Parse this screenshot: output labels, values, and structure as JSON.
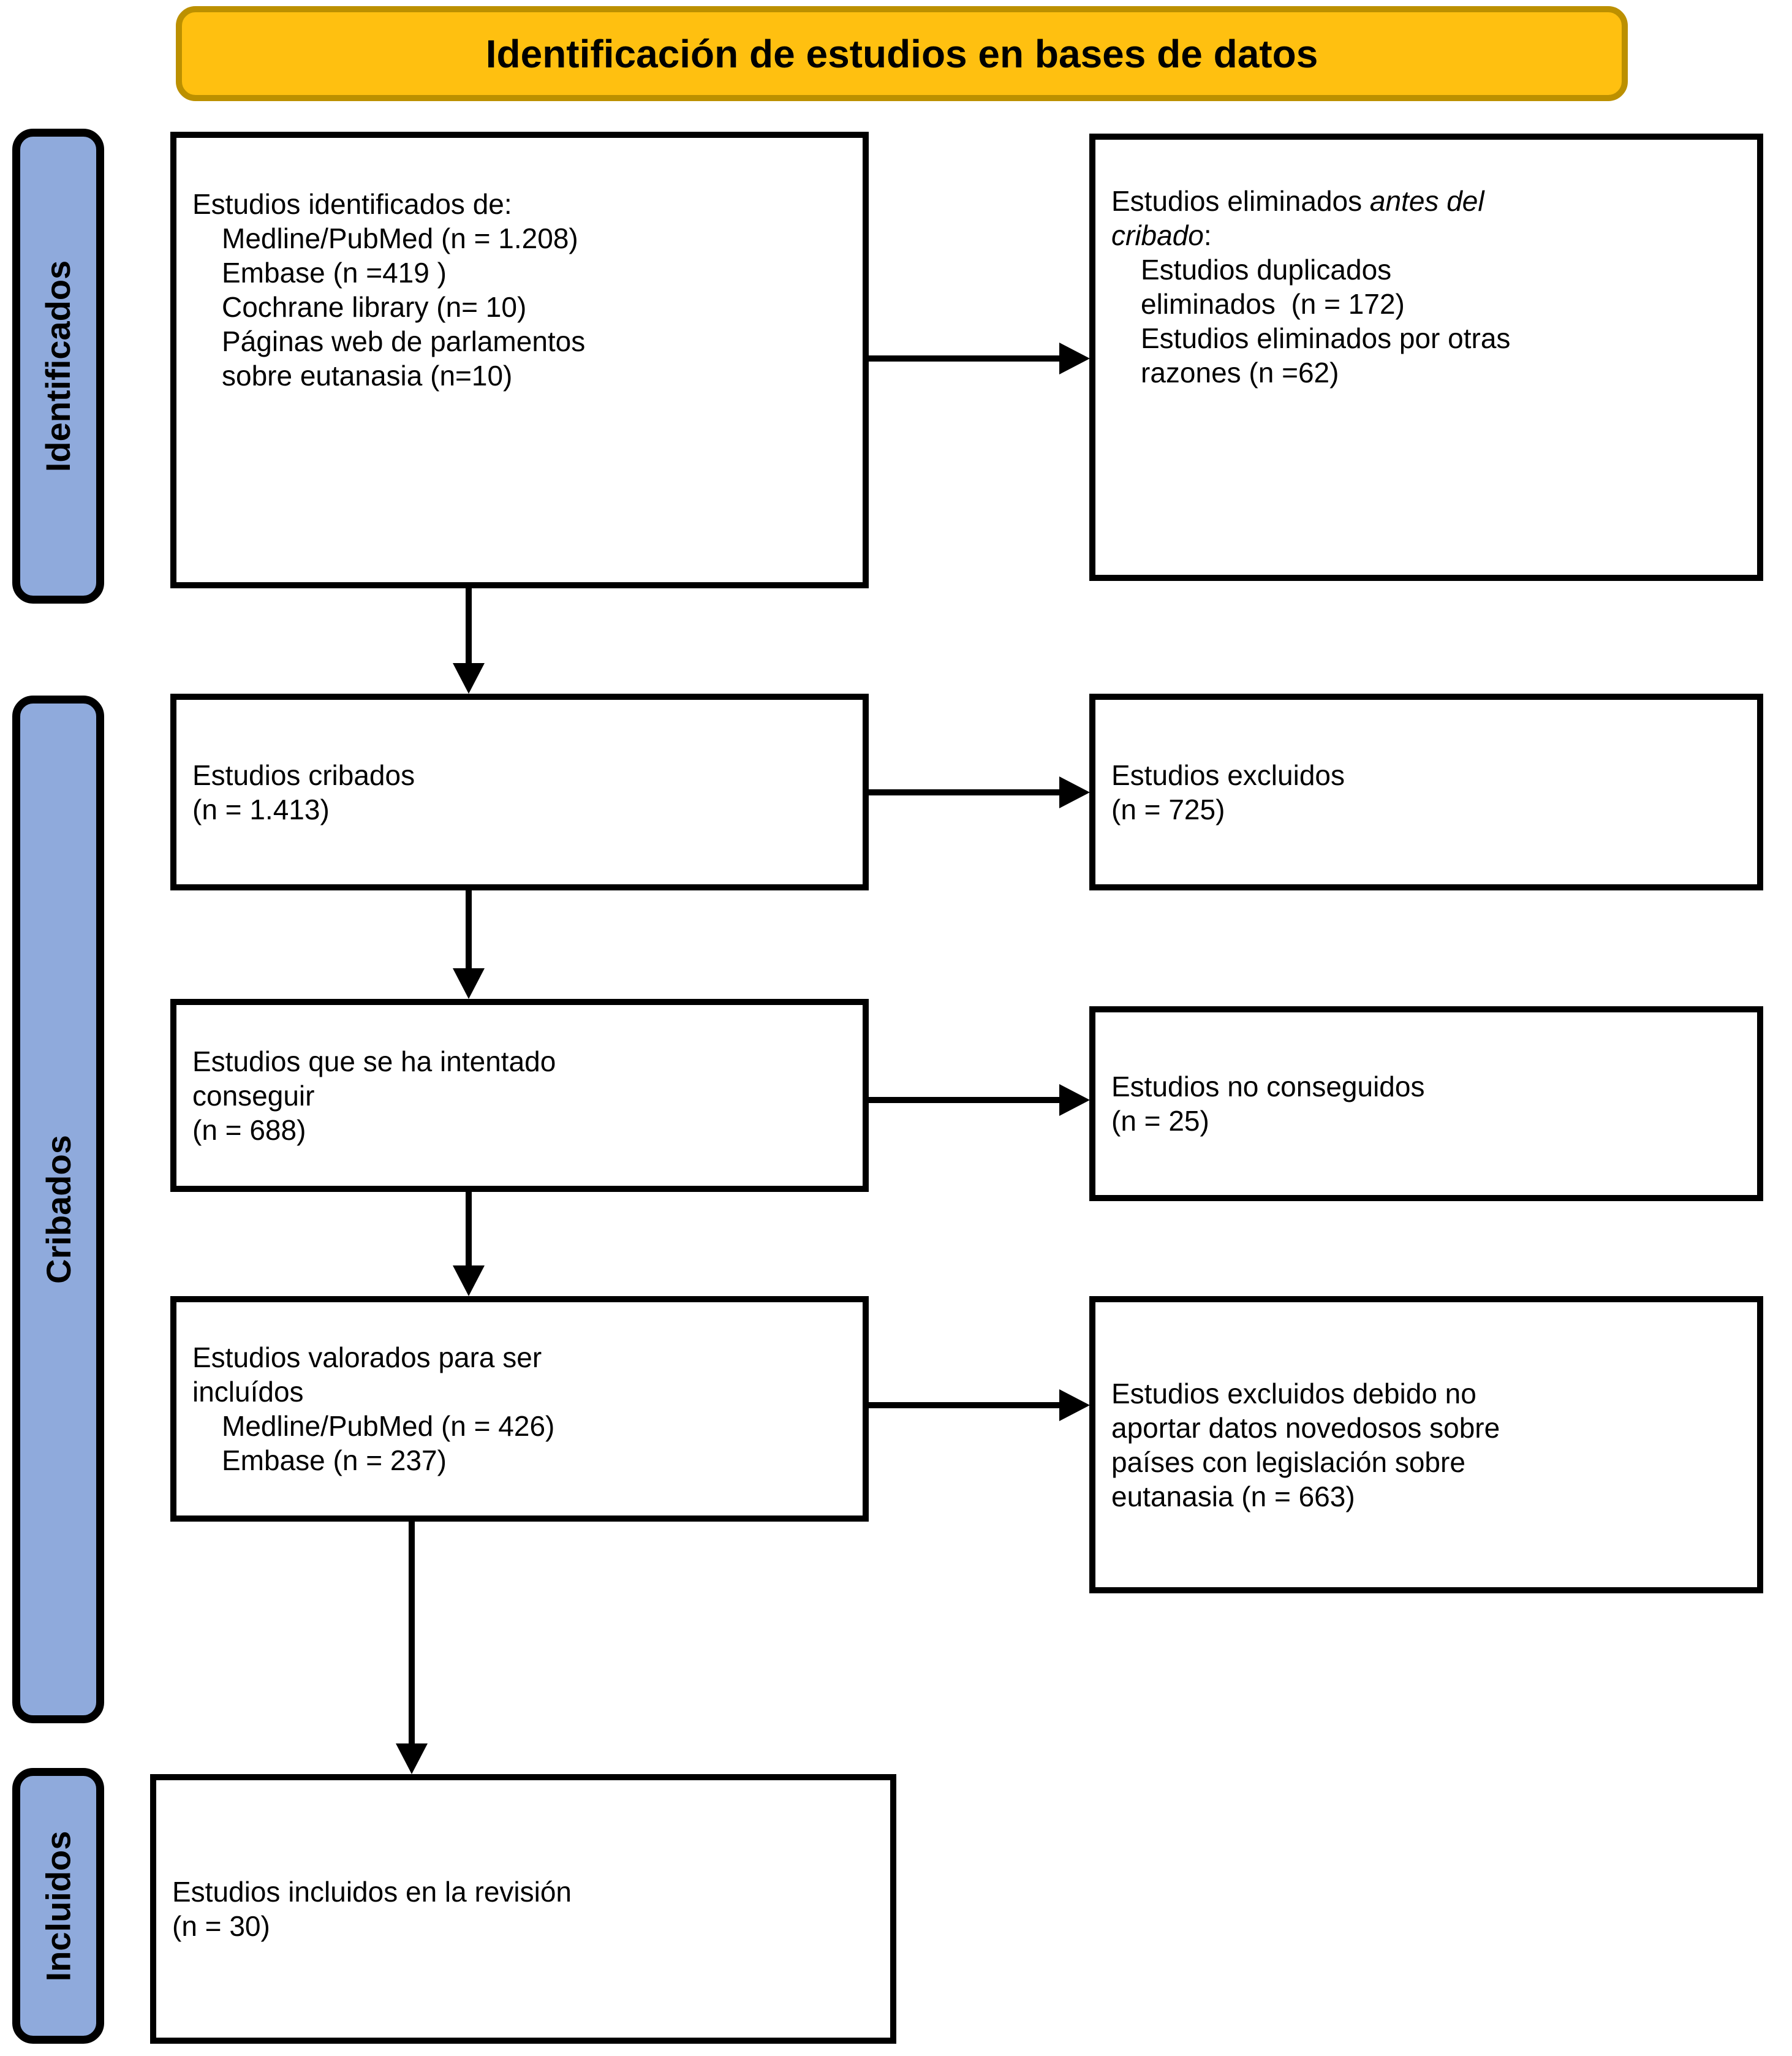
{
  "banner": {
    "title": "Identificación de estudios en bases de datos"
  },
  "phases": {
    "identificados": "Identificados",
    "cribados": "Cribados",
    "incluidos": "Incluidos"
  },
  "boxes": {
    "identified": {
      "title": "Estudios identificados de:",
      "items": [
        "Medline/PubMed (n = 1.208)",
        "Embase (n =419 )",
        "Cochrane library (n= 10)",
        "Páginas web de parlamentos",
        "sobre eutanasia (n=10)"
      ]
    },
    "removed_before_screening": {
      "lead_regular": "Estudios eliminados ",
      "lead_italic_line1": "antes del",
      "lead_italic_line2": "cribado",
      "lead_colon": ":",
      "items": [
        "Estudios duplicados",
        "eliminados  (n = 172)",
        "Estudios eliminados por otras",
        "razones (n =62)"
      ]
    },
    "screened": {
      "lines": [
        "Estudios cribados",
        "(n = 1.413)"
      ]
    },
    "excluded": {
      "lines": [
        "Estudios excluidos",
        "(n = 725)"
      ]
    },
    "sought": {
      "lines": [
        "Estudios que se ha intentado",
        "conseguir",
        "(n = 688)"
      ]
    },
    "not_retrieved": {
      "lines": [
        "Estudios no conseguidos",
        "(n = 25)"
      ]
    },
    "assessed": {
      "lines": [
        "Estudios valorados para ser",
        "incluídos"
      ],
      "items": [
        "Medline/PubMed (n = 426)",
        "Embase (n = 237)"
      ]
    },
    "excluded_no_novel": {
      "lines": [
        "Estudios excluidos debido no",
        "aportar datos novedosos sobre",
        "países con legislación sobre",
        "eutanasia (n = 663)"
      ]
    },
    "included": {
      "lines": [
        "Estudios incluidos en la revisión",
        "(n = 30)"
      ]
    }
  },
  "colors": {
    "banner_fill": "#FFC010",
    "banner_border": "#BC9000",
    "phase_fill": "#8FAADC"
  }
}
